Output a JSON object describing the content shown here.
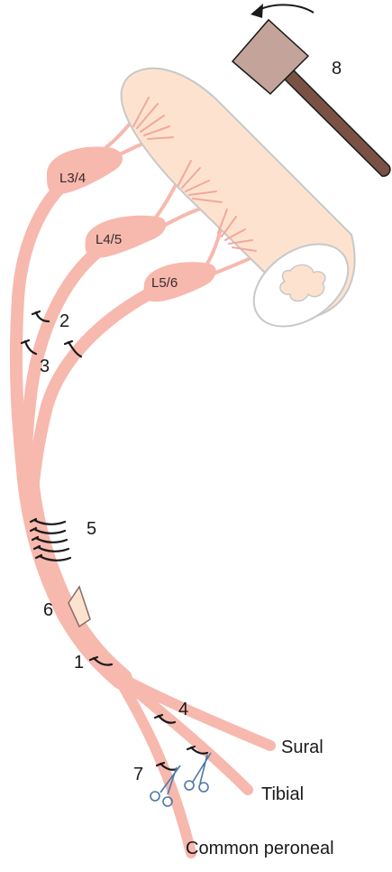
{
  "colors": {
    "nerve": "#f7b8ae",
    "nerve_edge": "#f3a89c",
    "cord": "#fde3cf",
    "cord_edge": "#c8c8c8",
    "grey_matter": "#fde3cf",
    "ligature": "#1a1a1a",
    "mallet_head": "#c4a49a",
    "mallet_handle": "#7a5245",
    "scissors": "#4a78a8",
    "tube": "#fde3cf"
  },
  "roots": {
    "l34": "L3/4",
    "l45": "L4/5",
    "l56": "L5/6"
  },
  "numbers": {
    "n1": "1",
    "n2": "2",
    "n3": "3",
    "n4": "4",
    "n5": "5",
    "n6": "6",
    "n7": "7",
    "n8": "8"
  },
  "branches": {
    "sural": "Sural",
    "tibial": "Tibial",
    "common_peroneal": "Common peroneal"
  },
  "icons": {
    "mallet": "mallet-icon",
    "rotation_arrow": "curved-arrow-icon",
    "scissors": "scissors-icon",
    "ligature": "ligature-icon"
  }
}
